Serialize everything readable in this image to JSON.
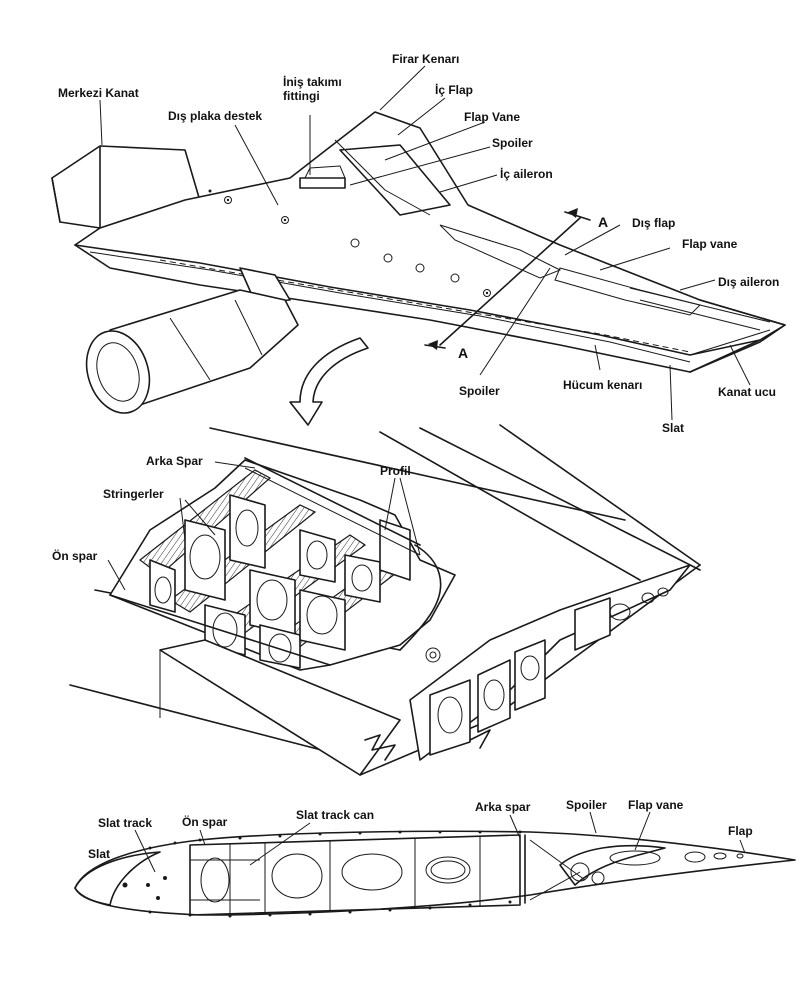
{
  "labels": {
    "merkezi_kanat": "Merkezi Kanat",
    "firar_kenari": "Firar Kenarı",
    "inis_takimi_line1": "İniş takımı",
    "inis_takimi_line2": "fittingi",
    "ic_flap": "İç Flap",
    "dis_plaka_destek": "Dış plaka destek",
    "flap_vane_top": "Flap Vane",
    "spoiler_top": "Spoiler",
    "ic_aileron": "İç aileron",
    "section_a_top": "A",
    "dis_flap": "Dış flap",
    "flap_vane_mid": "Flap vane",
    "dis_aileron": "Dış aileron",
    "section_a_bottom": "A",
    "spoiler_mid": "Spoiler",
    "hucum_kenari": "Hücum kenarı",
    "kanat_ucu": "Kanat ucu",
    "slat_top": "Slat",
    "arka_spar_mid": "Arka Spar",
    "profil": "Profil",
    "stringerler": "Stringerler",
    "on_spar_mid": "Ön spar",
    "slat_track": "Slat track",
    "on_spar_bottom": "Ön spar",
    "slat_track_can": "Slat track can",
    "arka_spar_bottom": "Arka spar",
    "spoiler_bottom": "Spoiler",
    "flap_vane_bottom": "Flap vane",
    "flap_bottom": "Flap",
    "slat_bottom": "Slat"
  }
}
